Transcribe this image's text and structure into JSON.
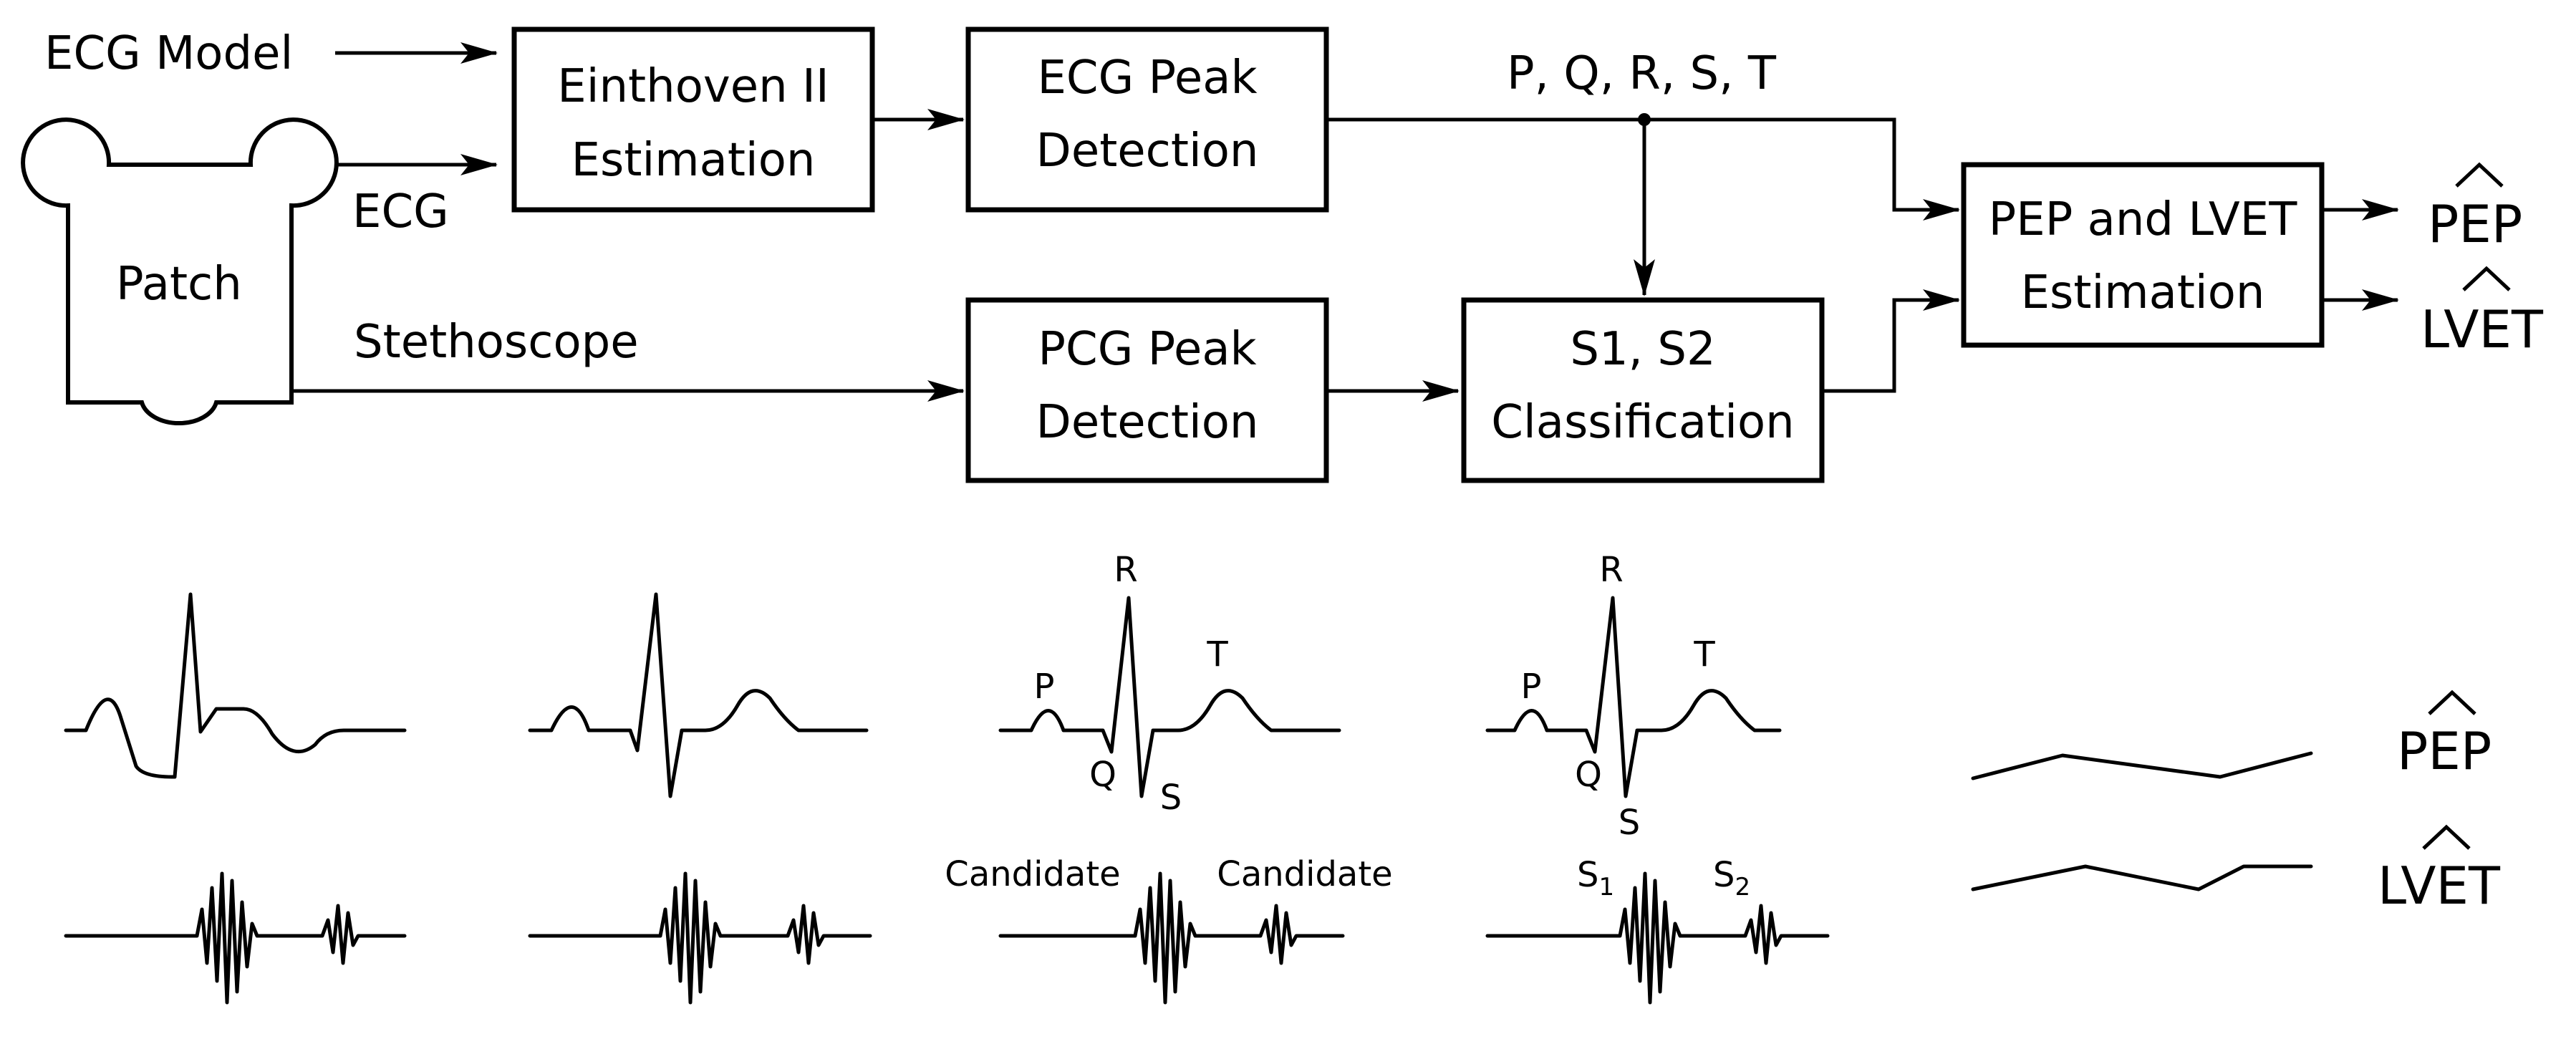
{
  "inputs": {
    "ecg_model": "ECG Model",
    "patch": "Patch",
    "ecg": "ECG",
    "stethoscope": "Stethoscope"
  },
  "blocks": {
    "einthoven": [
      "Einthoven II",
      "Estimation"
    ],
    "ecg_peak": [
      "ECG Peak",
      "Detection"
    ],
    "pcg_peak": [
      "PCG Peak",
      "Detection"
    ],
    "s1s2": [
      "S1, S2",
      "Classification"
    ],
    "pep_lvet": [
      "PEP and LVET",
      "Estimation"
    ]
  },
  "wave_labels": {
    "pqrst": "P, Q, R, S, T",
    "P": "P",
    "Q": "Q",
    "R": "R",
    "S": "S",
    "T": "T",
    "candidate": "Candidate",
    "s1_base": "S",
    "s1_sub": "1",
    "s2_base": "S",
    "s2_sub": "2"
  },
  "outputs": {
    "pep": "PEP",
    "lvet": "LVET"
  }
}
